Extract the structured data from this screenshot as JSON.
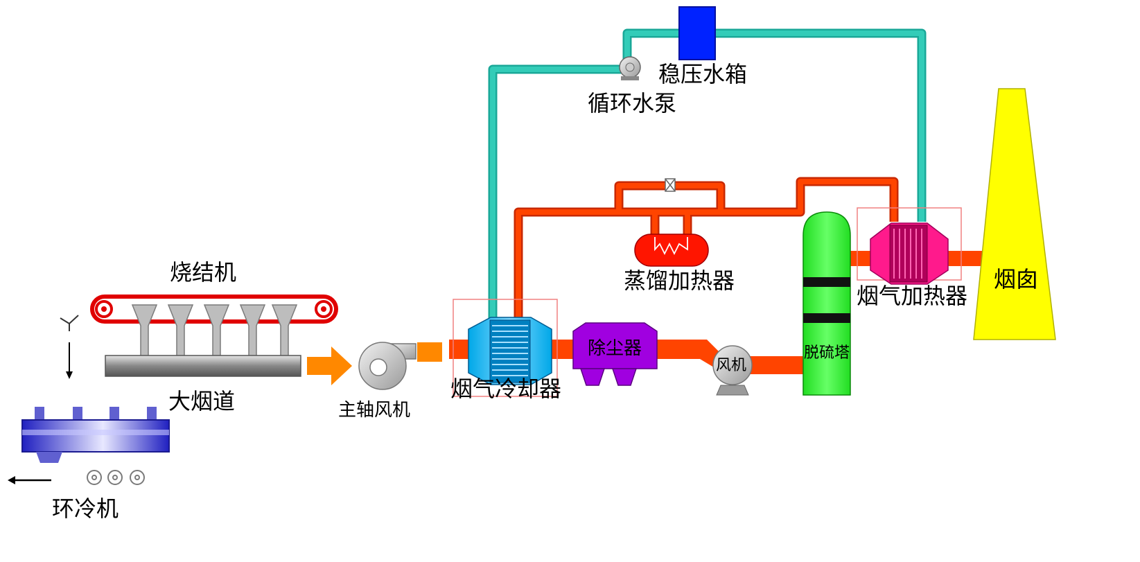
{
  "labels": {
    "sintering_machine": "烧结机",
    "main_flue": "大烟道",
    "ring_cooler": "环冷机",
    "main_fan": "主轴风机",
    "flue_gas_cooler": "烟气冷却器",
    "dust_collector": "除尘器",
    "fan": "风机",
    "desulfurization_tower": "脱硫塔",
    "flue_gas_heater": "烟气加热器",
    "chimney": "烟囱",
    "distillation_heater": "蒸馏加热器",
    "circulating_pump": "循环水泵",
    "pressure_tank": "稳压水箱"
  },
  "colors": {
    "flue_pipe": "#ff4400",
    "water_pipe": "#33ccb8",
    "cooler": "#00a8e8",
    "dust_collector": "#a000e0",
    "tower": "#22ee22",
    "heater": "#ff1a8c",
    "chimney": "#ffff00",
    "tank": "#0022ff",
    "distill_heater": "#ff1500",
    "arrow": "#ff8800",
    "sinter_frame": "#e00000"
  }
}
